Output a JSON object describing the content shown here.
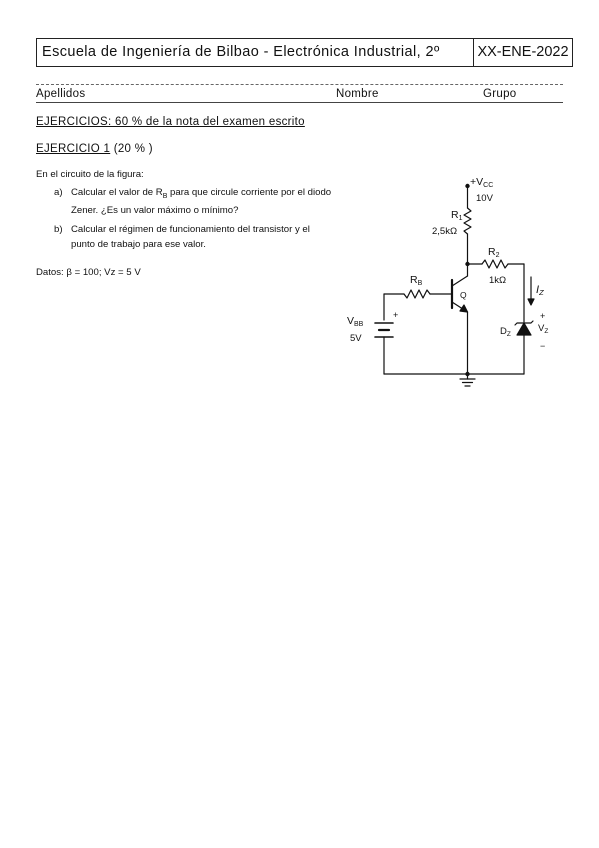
{
  "header": {
    "title": "Escuela de Ingeniería de Bilbao - Electrónica Industrial, 2º",
    "date": "XX-ENE-2022"
  },
  "info_row": {
    "apellidos": "Apellidos",
    "nombre": "Nombre",
    "grupo": "Grupo"
  },
  "section": {
    "ejercicios_label": "EJERCICIOS: 60 %  de la nota del examen escrito"
  },
  "exercise1": {
    "title": "EJERCICIO 1",
    "weight": " (20 % )",
    "intro": "En el circuito de la figura:",
    "items": [
      {
        "label": "a)",
        "text_before": "Calcular el valor de R",
        "sub": "B",
        "text_after": " para que circule corriente por el diodo Zener. ¿Es un valor máximo o mínimo?"
      },
      {
        "label": "b)",
        "text": "Calcular el régimen de funcionamiento del transistor y el punto de trabajo para ese valor."
      }
    ],
    "datos": "Datos: β = 100;  Vz = 5 V"
  },
  "circuit": {
    "vcc_label": "+V",
    "vcc_sub": "CC",
    "vcc_value": "10V",
    "r1_label": "R",
    "r1_sub": "1",
    "r1_value": "2,5kΩ",
    "r2_label": "R",
    "r2_sub": "2",
    "r2_value": "1kΩ",
    "rb_label": "R",
    "rb_sub": "B",
    "q_label": "Q",
    "vbb_label": "V",
    "vbb_sub": "BB",
    "vbb_value": "5V",
    "iz_label": "I",
    "iz_sub": "Z",
    "dz_label": "D",
    "dz_sub": "Z",
    "vz_label": "V",
    "vz_sub": "Z",
    "plus": "+",
    "minus": "−"
  }
}
